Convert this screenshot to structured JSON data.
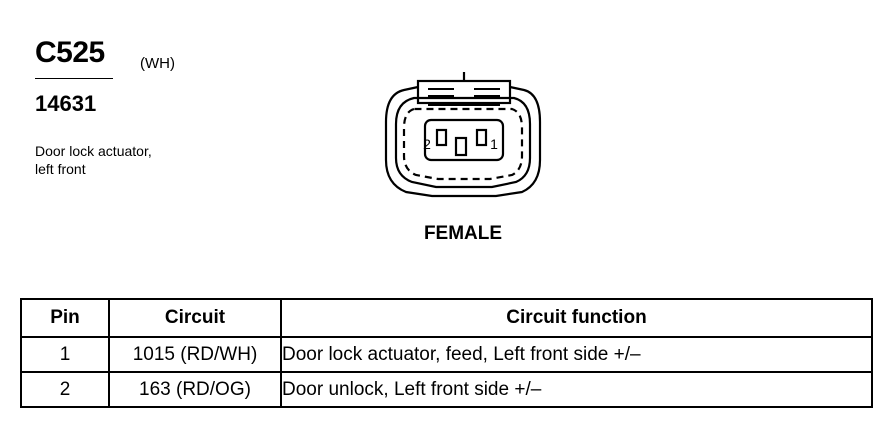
{
  "connector": {
    "id": "C525",
    "color": "(WH)",
    "part_number": "14631",
    "description_lines": [
      "Door lock actuator,",
      "left front"
    ],
    "view": "FEMALE",
    "pin_labels": {
      "left": "2",
      "right": "1"
    }
  },
  "table": {
    "headers": {
      "pin": "Pin",
      "circuit": "Circuit",
      "function": "Circuit function"
    },
    "rows": [
      {
        "pin": "1",
        "circuit": "1015 (RD/WH)",
        "function": "Door lock actuator, feed, Left front side +/–"
      },
      {
        "pin": "2",
        "circuit": "163 (RD/OG)",
        "function": "Door unlock, Left front side +/–"
      }
    ]
  }
}
